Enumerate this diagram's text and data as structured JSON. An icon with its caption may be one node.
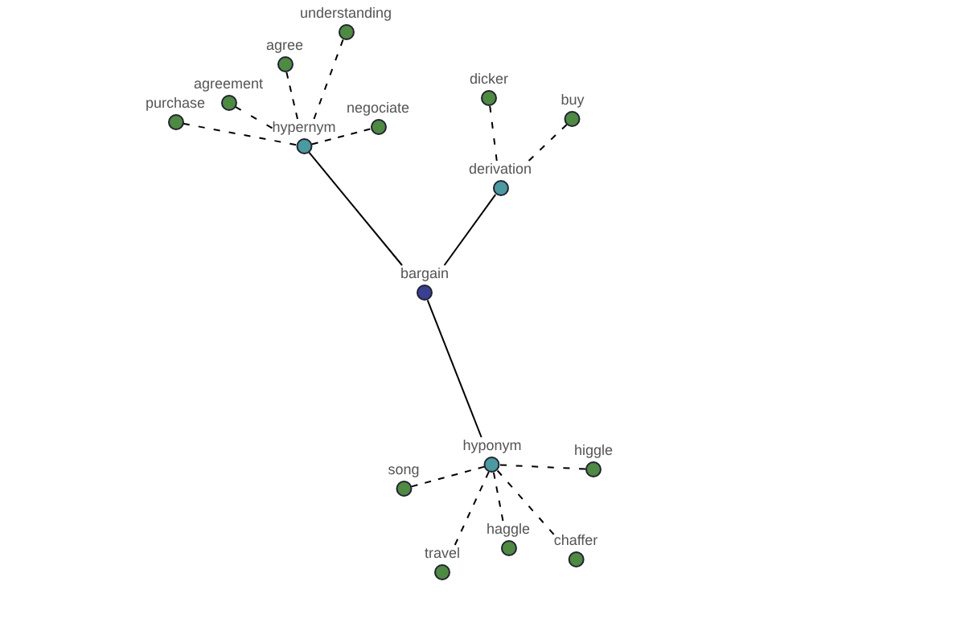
{
  "diagram": {
    "nodes": [
      {
        "text": [
          "understanding"
        ]
      },
      {
        "text": [
          "agree"
        ]
      },
      {
        "text": [
          "agreement"
        ]
      },
      {
        "text": [
          "purchase"
        ]
      },
      {
        "text": [
          "dicker"
        ]
      },
      {
        "text": [
          "buy"
        ]
      },
      {
        "text": [
          "negociate"
        ]
      },
      {
        "text": [
          "hypernym"
        ]
      },
      {
        "text": [
          "derivation"
        ]
      },
      {
        "text": [
          "bargain"
        ]
      },
      {
        "text": [
          "hyponym"
        ]
      },
      {
        "text": [
          "higgle"
        ]
      },
      {
        "text": [
          "song"
        ]
      },
      {
        "text": [
          "haggle"
        ]
      },
      {
        "text": [
          "chaffer"
        ]
      },
      {
        "text": [
          "travel"
        ]
      }
    ],
    "edges": [
      {
        "from": 9,
        "to": 7,
        "arrow": "none"
      },
      {
        "from": 9,
        "to": 8,
        "arrow": "none"
      },
      {
        "from": 9,
        "to": 10,
        "arrow": "none"
      },
      {
        "from": 7,
        "to": 0,
        "arrow": "none",
        "style": "dashed"
      },
      {
        "from": 7,
        "to": 1,
        "arrow": "none",
        "style": "dashed"
      },
      {
        "from": 7,
        "to": 2,
        "arrow": "none",
        "style": "dashed"
      },
      {
        "from": 7,
        "to": 3,
        "arrow": "none",
        "style": "dashed"
      },
      {
        "from": 7,
        "to": 6,
        "arrow": "none",
        "style": "dashed"
      },
      {
        "from": 8,
        "to": 4,
        "arrow": "none",
        "style": "dashed"
      },
      {
        "from": 8,
        "to": 5,
        "arrow": "none",
        "style": "dashed"
      },
      {
        "from": 10,
        "to": 11,
        "arrow": "none",
        "style": "dashed"
      },
      {
        "from": 10,
        "to": 12,
        "arrow": "none",
        "style": "dashed"
      },
      {
        "from": 10,
        "to": 13,
        "arrow": "none",
        "style": "dashed"
      },
      {
        "from": 10,
        "to": 14,
        "arrow": "none",
        "style": "dashed"
      },
      {
        "from": 10,
        "to": 15,
        "arrow": "none",
        "style": "dashed"
      }
    ]
  }
}
